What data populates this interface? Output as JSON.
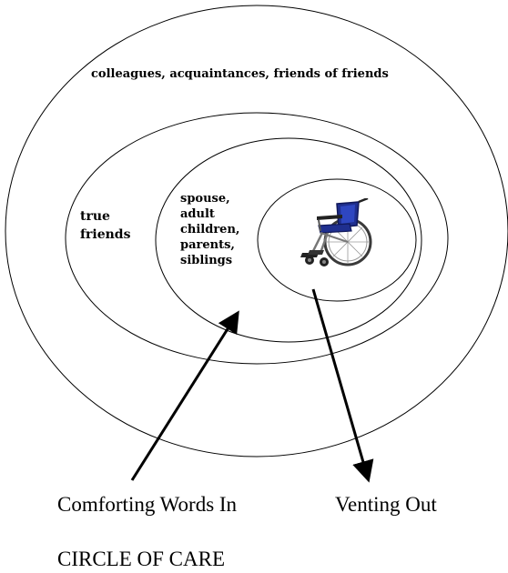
{
  "diagram": {
    "title": "CIRCLE OF CARE",
    "rings": [
      {
        "name": "outer-ring",
        "label": "colleagues, acquaintances, friends of friends"
      },
      {
        "name": "friends-ring",
        "label": "true\nfriends"
      },
      {
        "name": "family-ring",
        "label": "spouse,\nadult\nchildren,\nparents,\nsiblings"
      },
      {
        "name": "center-ring",
        "icon": "wheelchair-icon"
      }
    ],
    "arrows": [
      {
        "name": "comforting-arrow",
        "direction": "inward",
        "label": "Comforting Words In"
      },
      {
        "name": "venting-arrow",
        "direction": "outward",
        "label": "Venting Out"
      }
    ],
    "colors": {
      "line": "#000000",
      "background": "#ffffff",
      "wheelchair_seat": "#1f2f8f"
    }
  }
}
